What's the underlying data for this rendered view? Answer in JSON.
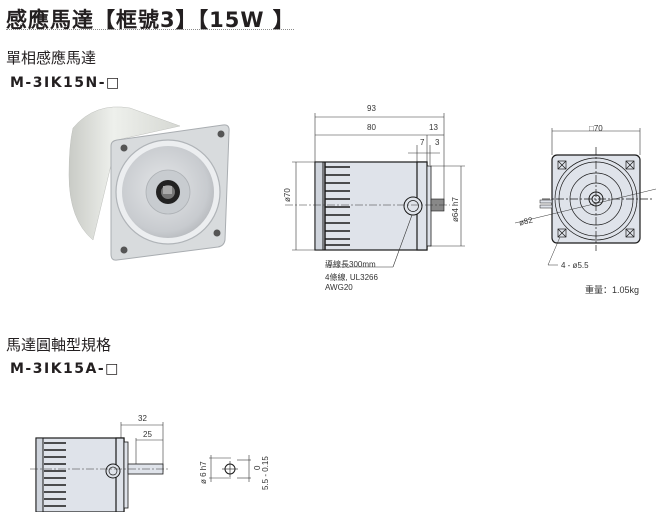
{
  "page": {
    "title": "感應馬達【框號3】【15W 】"
  },
  "section1": {
    "heading": "單相感應馬達",
    "model": "M-3IK15N-□",
    "photo_label": "motor-photo",
    "side_view": {
      "dims": {
        "total_length": "93",
        "body_length": "80",
        "front_length": "13",
        "gap_7": "7",
        "gap_3": "3",
        "body_diameter": "ø70",
        "pilot_diameter": "ø64 h7"
      },
      "cable_notes": [
        "導線長300mm",
        "4條線, UL3266",
        "AWG20"
      ]
    },
    "front_view": {
      "dims": {
        "square": "□70",
        "pcd": "ø82",
        "holes": "4 - ø5.5"
      },
      "weight": "重量：1.05kg"
    }
  },
  "section2": {
    "heading": "馬達圓軸型規格",
    "model": "M-3IK15A-□",
    "side_view": {
      "dims": {
        "shaft_total": "32",
        "shaft_length": "25"
      }
    },
    "shaft_section": {
      "dims": {
        "diameter": "ø 6 h7",
        "flat_upper": "0",
        "flat": "5.5 - 0.15"
      }
    }
  },
  "colors": {
    "text": "#231f20",
    "motor_body": "#dfe3ea",
    "line": "#1a1a1a"
  }
}
